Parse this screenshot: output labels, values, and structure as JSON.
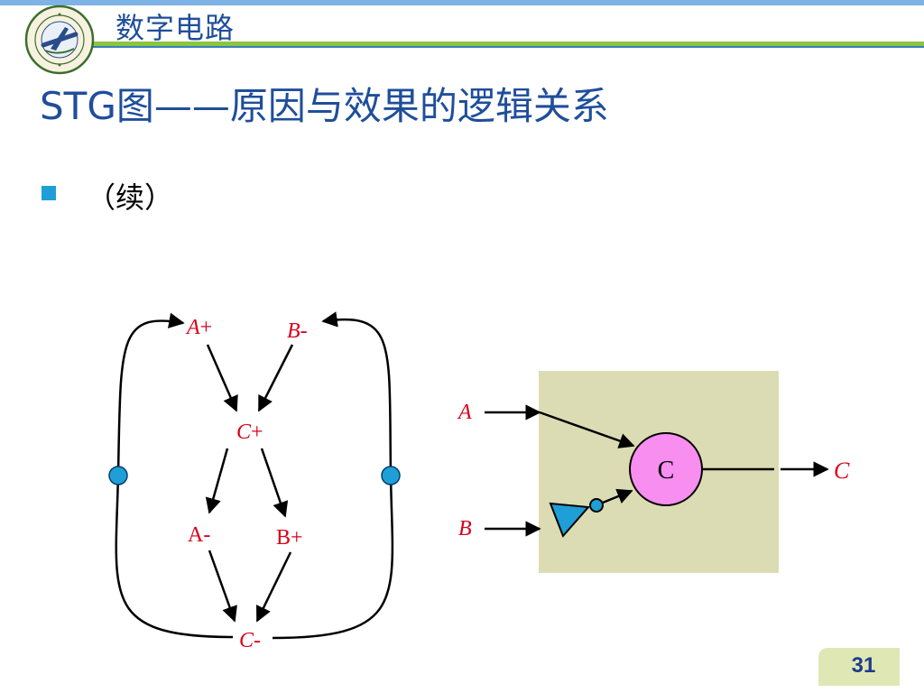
{
  "header": {
    "course_title": "数字电路"
  },
  "slide": {
    "title": "STG图——原因与效果的逻辑关系",
    "bullet": "（续）"
  },
  "stg": {
    "nodes": {
      "a_plus": {
        "letter": "A",
        "sign": "+"
      },
      "b_minus": {
        "letter": "B",
        "sign": "-"
      },
      "c_plus": {
        "letter": "C",
        "sign": "+"
      },
      "a_minus": {
        "text": "A-"
      },
      "b_plus": {
        "text": "B+"
      },
      "c_minus": {
        "letter": "C",
        "sign": "-"
      }
    }
  },
  "circuit": {
    "input_a": "A",
    "input_b": "B",
    "gate_label": "C",
    "output": "C"
  },
  "footer": {
    "page_number": "31"
  },
  "colors": {
    "title_blue": "#1f4e9b",
    "accent_green": "#8cc63f",
    "bullet_blue": "#1e9fd7",
    "red_label": "#d9001b",
    "token_blue": "#1e9fd7",
    "c_element_pink": "#f78ef0",
    "panel_beige": "#dcdcb4",
    "page_tab": "#dfe8b5"
  },
  "icons": {
    "logo": "university-seal-icon",
    "bullet": "square-bullet-icon"
  }
}
